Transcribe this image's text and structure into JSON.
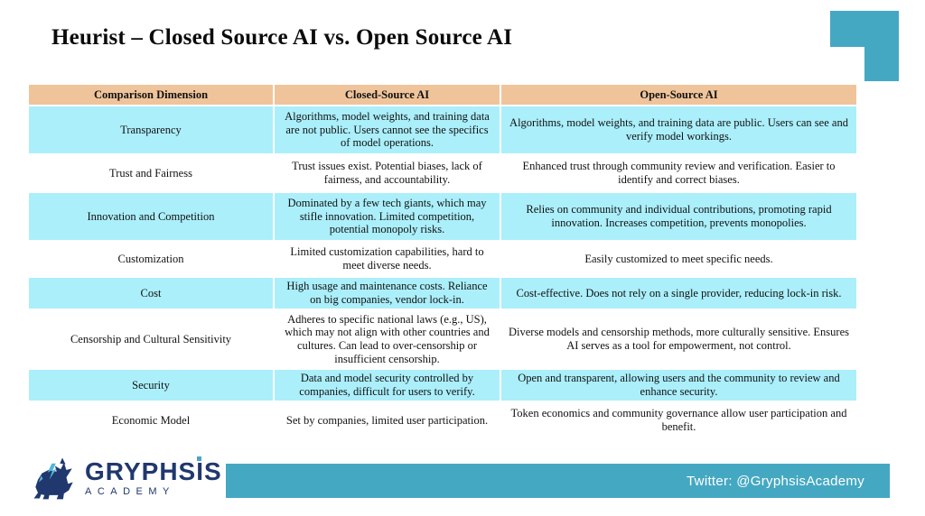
{
  "slide": {
    "title": "Heurist – Closed Source AI vs. Open Source AI"
  },
  "table": {
    "columns": [
      "Comparison Dimension",
      "Closed-Source AI",
      "Open-Source AI"
    ],
    "rows": [
      {
        "dimension": "Transparency",
        "closed": "Algorithms, model weights, and training data are not public. Users cannot see the specifics of model operations.",
        "open": "Algorithms, model weights, and training data are public. Users can see and verify model workings."
      },
      {
        "dimension": "Trust and Fairness",
        "closed": "Trust issues exist. Potential biases, lack of fairness, and accountability.",
        "open": "Enhanced trust through community review and verification. Easier to identify and correct biases."
      },
      {
        "dimension": "Innovation and Competition",
        "closed": "Dominated by a few tech giants, which may stifle innovation. Limited competition, potential monopoly risks.",
        "open": "Relies on community and individual contributions, promoting rapid innovation. Increases competition, prevents monopolies."
      },
      {
        "dimension": "Customization",
        "closed": "Limited customization capabilities, hard to meet diverse needs.",
        "open": "Easily customized to meet specific needs."
      },
      {
        "dimension": "Cost",
        "closed": "High usage and maintenance costs. Reliance on big companies, vendor lock-in.",
        "open": "Cost-effective. Does not rely on a single provider, reducing lock-in risk."
      },
      {
        "dimension": "Censorship and Cultural Sensitivity",
        "closed": "Adheres to specific national laws (e.g., US), which may not align with other countries and cultures. Can lead to over-censorship or insufficient censorship.",
        "open": "Diverse models and censorship methods, more culturally sensitive. Ensures AI serves as a tool for empowerment, not control."
      },
      {
        "dimension": "Security",
        "closed": "Data and model security controlled by companies, difficult for users to verify.",
        "open": "Open and transparent, allowing users and the community to review and enhance security."
      },
      {
        "dimension": "Economic Model",
        "closed": "Set by companies, limited user participation.",
        "open": "Token economics and community governance allow user participation and benefit."
      }
    ]
  },
  "footer": {
    "logo_text": "GRYPHSIS",
    "logo_subtext": "ACADEMY",
    "twitter": "Twitter: @GryphsisAcademy"
  },
  "colors": {
    "header_bg": "#f0c49b",
    "row_alt_bg": "#abeffb",
    "accent_teal": "#45a8c2",
    "logo_navy": "#20386e"
  }
}
